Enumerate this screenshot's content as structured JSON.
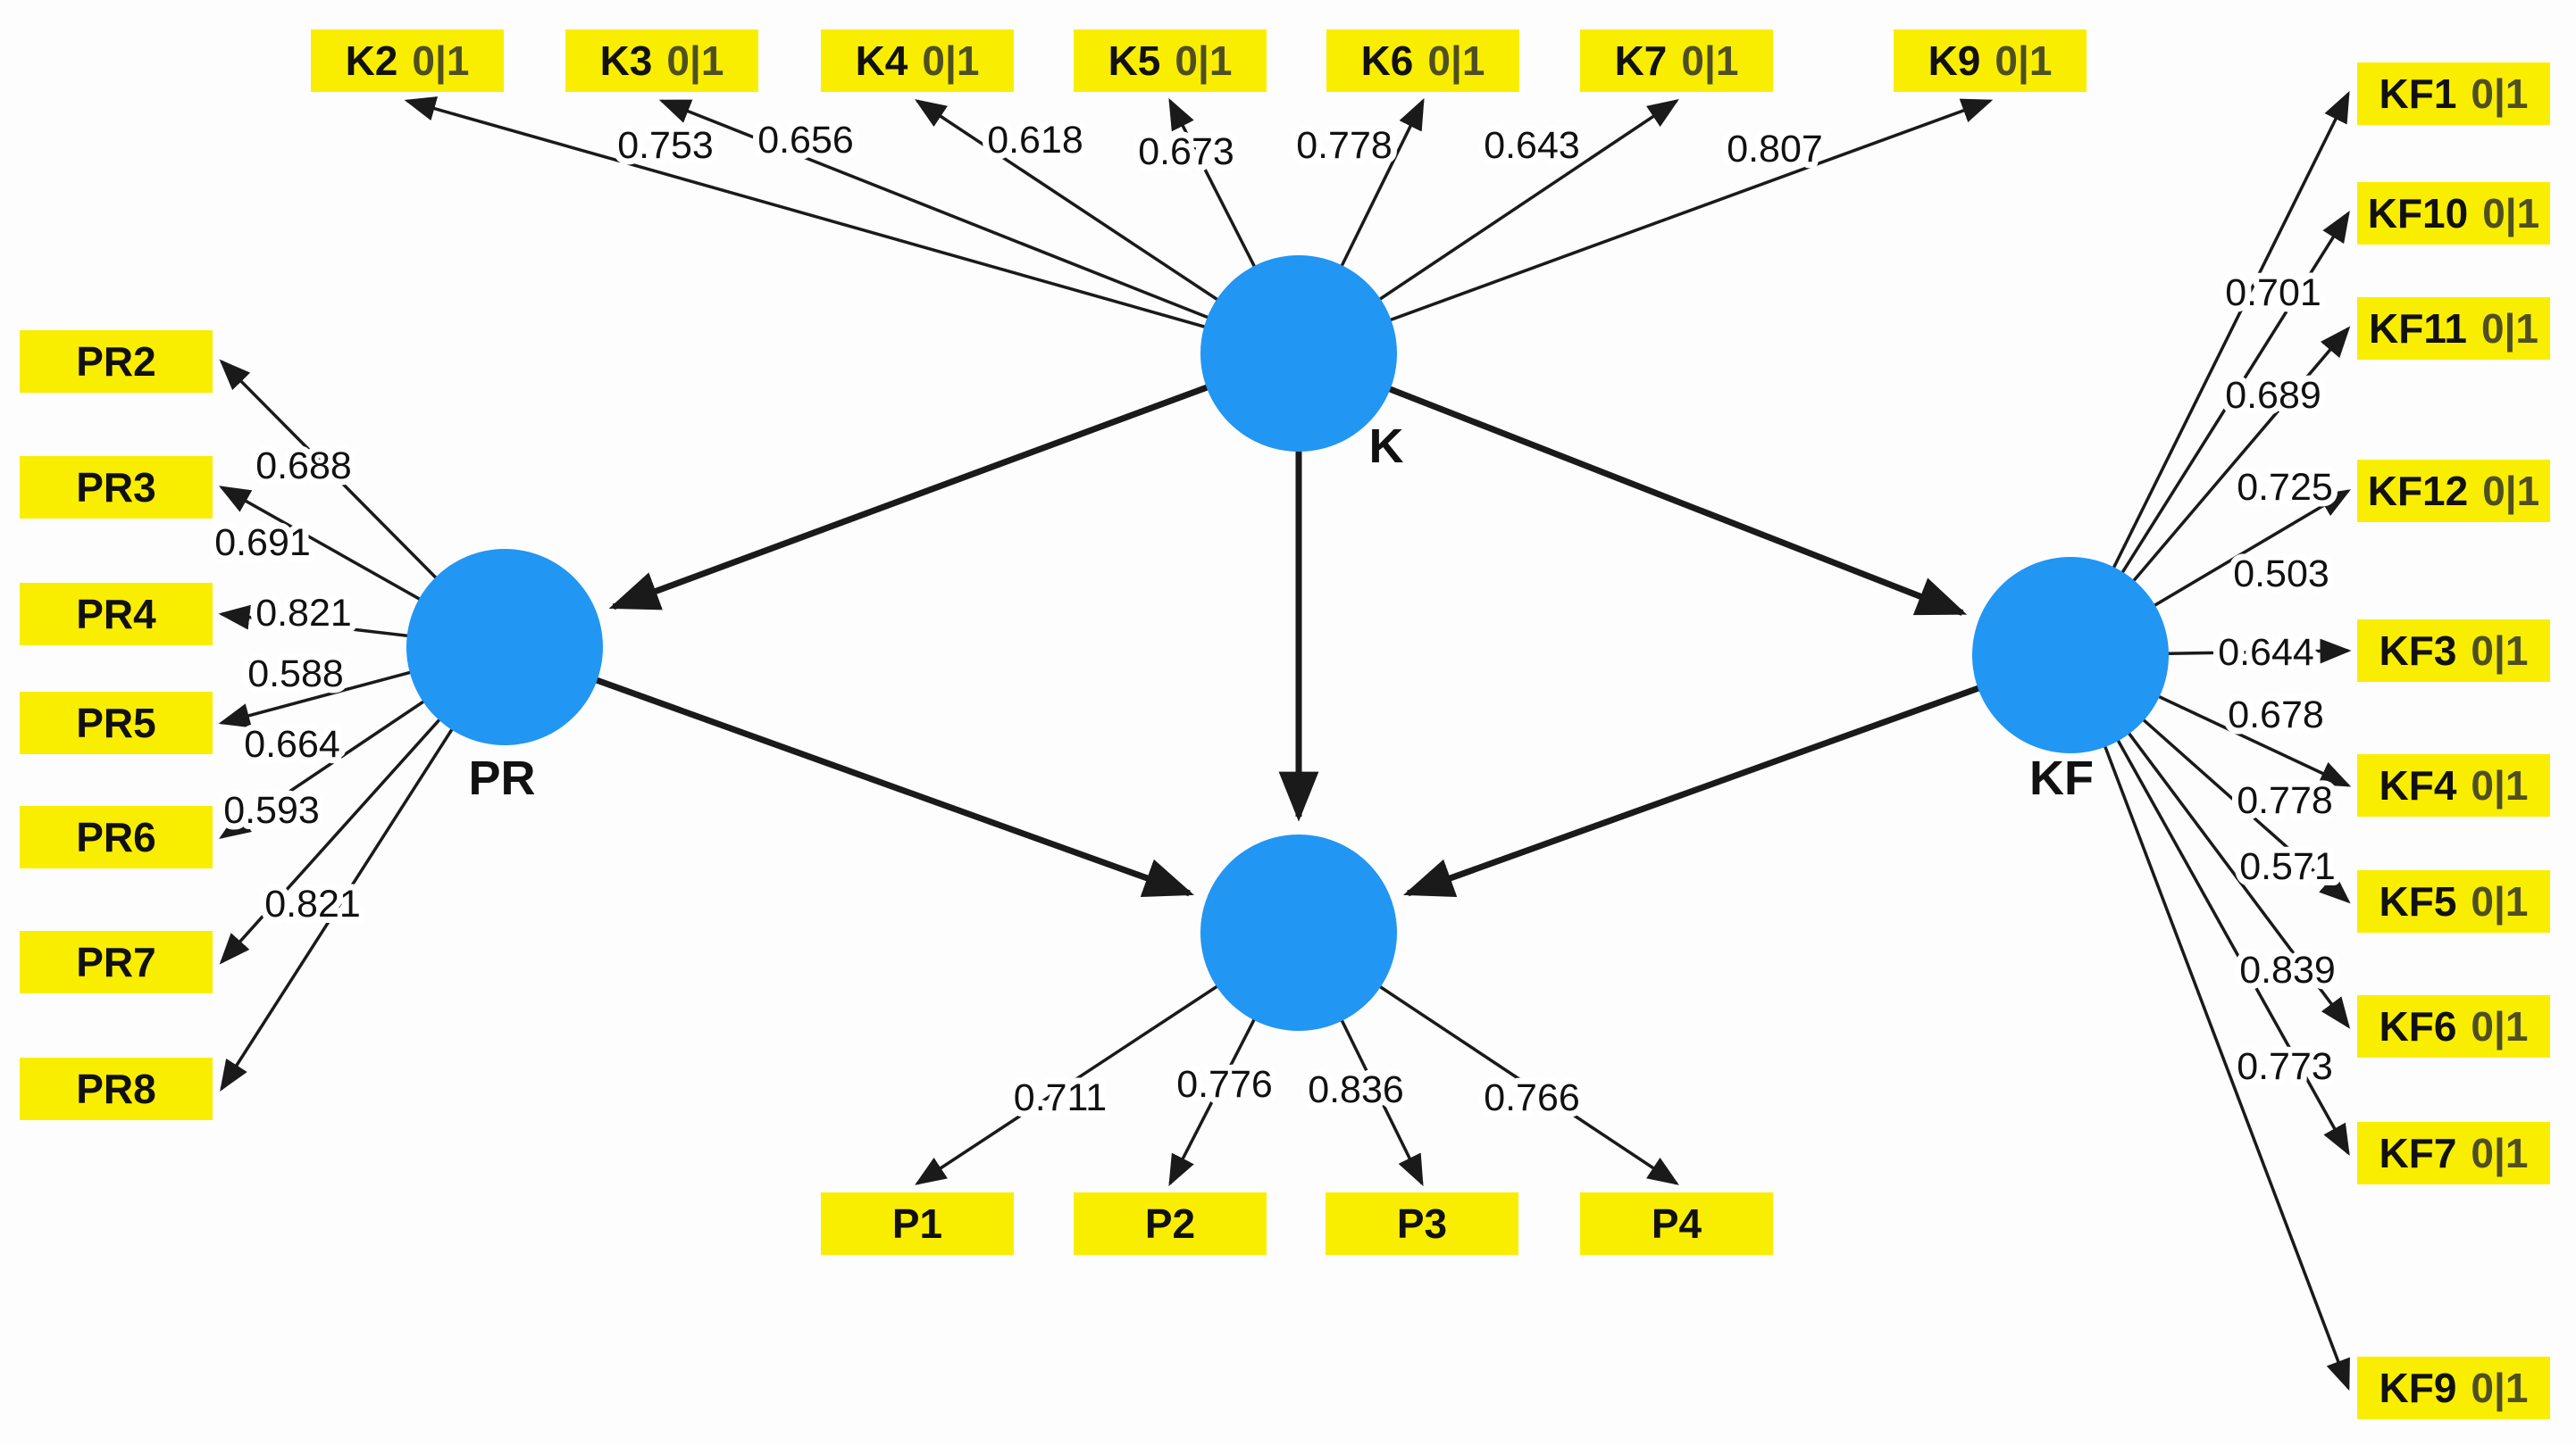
{
  "latents": {
    "k": {
      "label": "K"
    },
    "pr": {
      "label": "PR"
    },
    "kf": {
      "label": "KF"
    }
  },
  "indicators": {
    "k": [
      {
        "name": "K2",
        "suffix": "0|1",
        "loading": "0.753"
      },
      {
        "name": "K3",
        "suffix": "0|1",
        "loading": "0.656"
      },
      {
        "name": "K4",
        "suffix": "0|1",
        "loading": "0.618"
      },
      {
        "name": "K5",
        "suffix": "0|1",
        "loading": "0.673"
      },
      {
        "name": "K6",
        "suffix": "0|1",
        "loading": "0.778"
      },
      {
        "name": "K7",
        "suffix": "0|1",
        "loading": "0.643"
      },
      {
        "name": "K9",
        "suffix": "0|1",
        "loading": "0.807"
      }
    ],
    "pr": [
      {
        "name": "PR2",
        "suffix": "",
        "loading": "0.688"
      },
      {
        "name": "PR3",
        "suffix": "",
        "loading": "0.691"
      },
      {
        "name": "PR4",
        "suffix": "",
        "loading": "0.821"
      },
      {
        "name": "PR5",
        "suffix": "",
        "loading": "0.588"
      },
      {
        "name": "PR6",
        "suffix": "",
        "loading": "0.664"
      },
      {
        "name": "PR7",
        "suffix": "",
        "loading": "0.593"
      },
      {
        "name": "PR8",
        "suffix": "",
        "loading": "0.821"
      }
    ],
    "kf": [
      {
        "name": "KF1",
        "suffix": "0|1",
        "loading": "0.701"
      },
      {
        "name": "KF10",
        "suffix": "0|1",
        "loading": "0.689"
      },
      {
        "name": "KF11",
        "suffix": "0|1",
        "loading": "0.725"
      },
      {
        "name": "KF12",
        "suffix": "0|1",
        "loading": "0.503"
      },
      {
        "name": "KF3",
        "suffix": "0|1",
        "loading": "0.644"
      },
      {
        "name": "KF4",
        "suffix": "0|1",
        "loading": "0.678"
      },
      {
        "name": "KF5",
        "suffix": "0|1",
        "loading": "0.778"
      },
      {
        "name": "KF6",
        "suffix": "0|1",
        "loading": "0.571"
      },
      {
        "name": "KF7",
        "suffix": "0|1",
        "loading": "0.839"
      },
      {
        "name": "KF9",
        "suffix": "0|1",
        "loading": "0.773"
      }
    ],
    "p": [
      {
        "name": "P1",
        "suffix": "",
        "loading": "0.711"
      },
      {
        "name": "P2",
        "suffix": "",
        "loading": "0.776"
      },
      {
        "name": "P3",
        "suffix": "",
        "loading": "0.836"
      },
      {
        "name": "P4",
        "suffix": "",
        "loading": "0.766"
      }
    ]
  },
  "colors": {
    "box_fill": "#F9EE00",
    "latent_fill": "#2196F3",
    "line": "#1A1A1A",
    "background": "#FFFFFF"
  }
}
